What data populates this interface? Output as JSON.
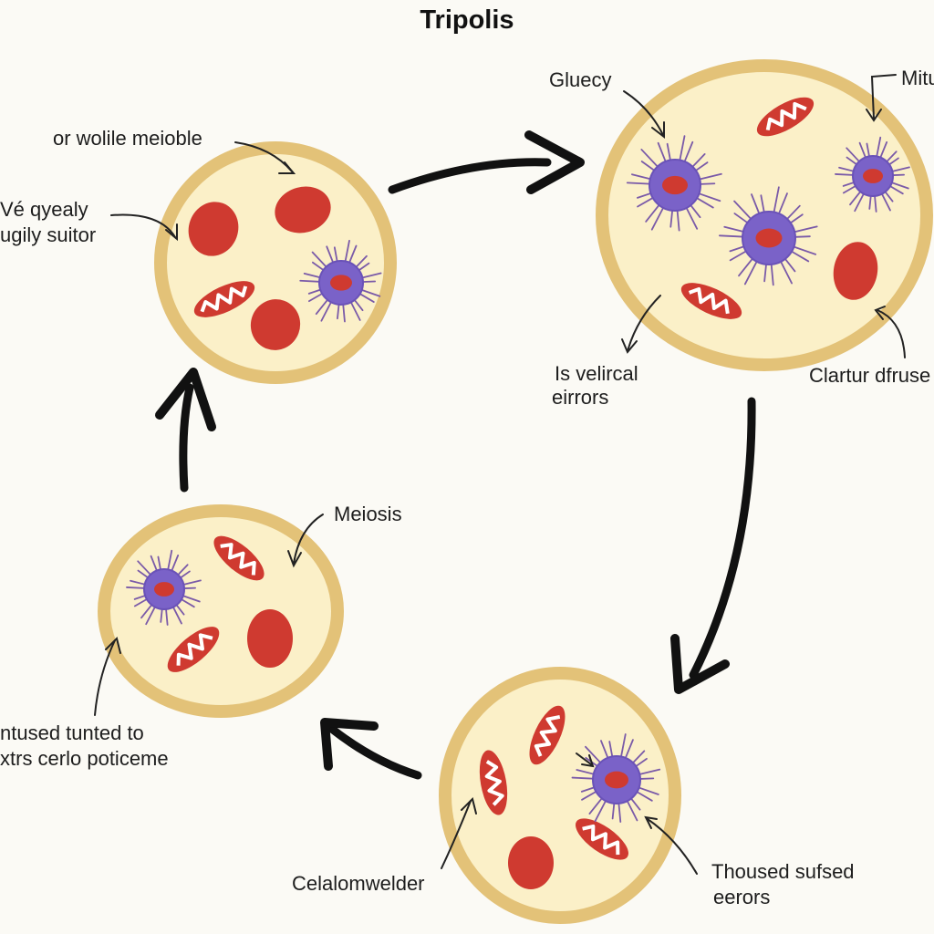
{
  "title": "Tripolis",
  "labels": {
    "wolile": "or wolile meioble",
    "qyealy_1": "Vé qyealy",
    "qyealy_2": "ugily suitor",
    "gluecy": "Gluecy",
    "mitu": "Mitu",
    "velircal_1": "Is velircal",
    "velircal_2": "eirrors",
    "clartur": "Clartur dfruse",
    "meiosis": "Meiosis",
    "tunted_1": "ntused tunted to",
    "tunted_2": "xtrs cerlo poticeme",
    "celalom": "Celalomwelder",
    "thoused_1": "Thoused sufsed",
    "thoused_2": "eerors"
  },
  "colors": {
    "membrane": "#e3c278",
    "cytoplasm": "#fbf0c8",
    "organelle_red": "#cf3a30",
    "nucleus_purple": "#7a62c8",
    "arrow": "#111111"
  }
}
